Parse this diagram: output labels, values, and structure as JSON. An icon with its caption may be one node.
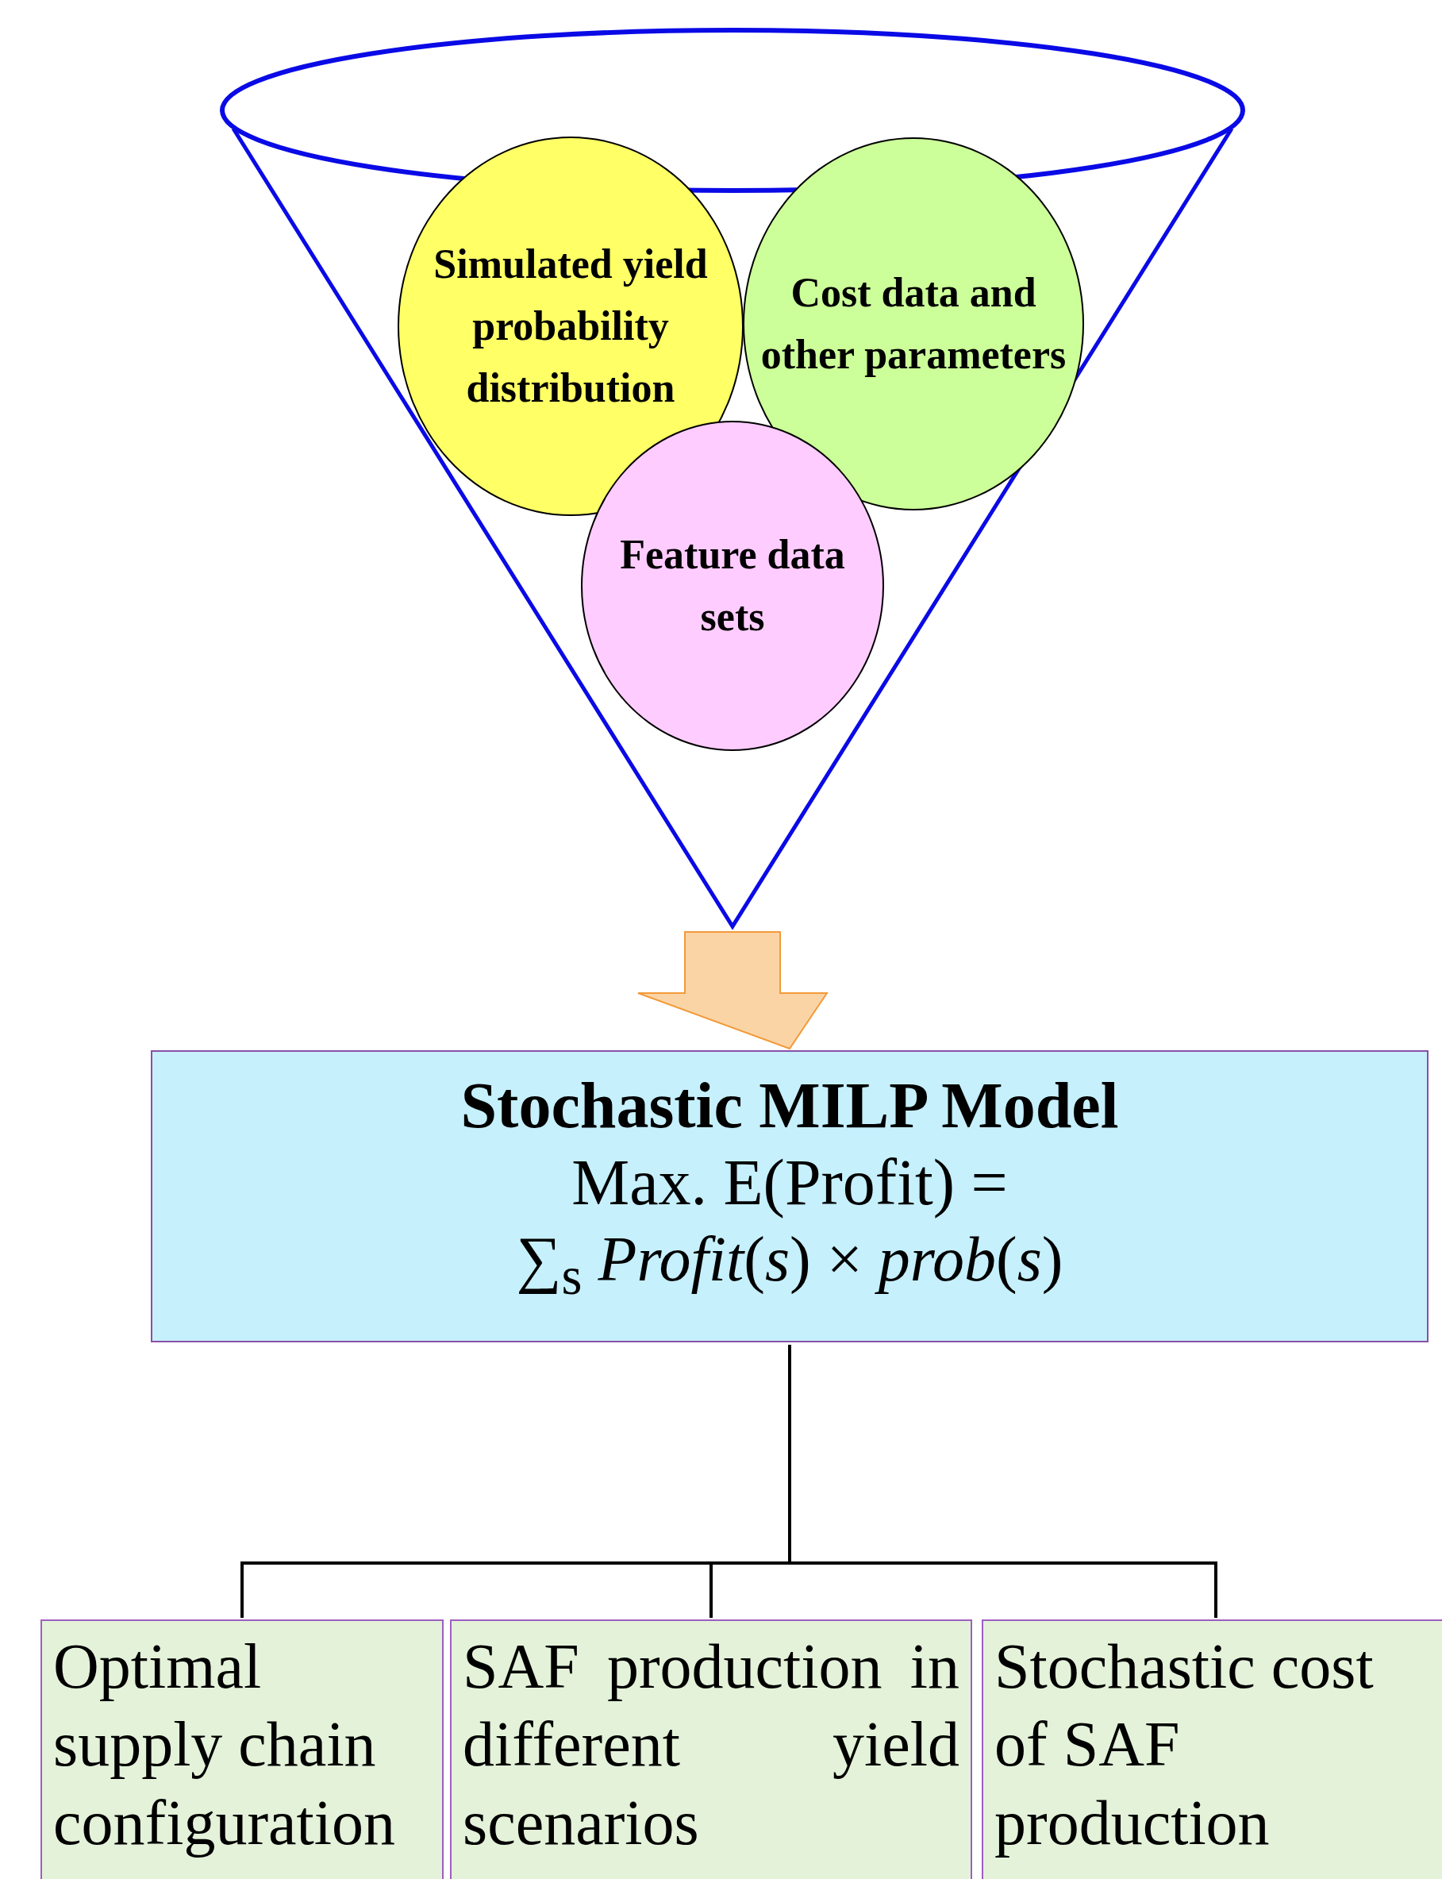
{
  "diagram": {
    "nodes": [
      {
        "text": [],
        "shape": "funnel"
      },
      {
        "text": [
          "Simulated yield probability distribution"
        ],
        "in": 0
      },
      {
        "text": [
          "Cost data and other parameters"
        ],
        "in": 0
      },
      {
        "text": [
          "Feature data sets"
        ],
        "in": 0
      },
      {
        "text": [
          "Stochastic MILP Model",
          "Max. E(Profit) =",
          "∑$_{s}$ *Profit*(*s*) × *prob*(*s*)"
        ]
      },
      {
        "text": [
          "Optimal supply chain configuration"
        ]
      },
      {
        "text": [
          "SAF production in different yield scenarios"
        ]
      },
      {
        "text": [
          "Stochastic cost of SAF production"
        ]
      }
    ],
    "edges": [
      {
        "from": 0,
        "to": 4,
        "arrow": "to",
        "style": "thick",
        "color": "#fbd4a6"
      },
      {
        "from": 4,
        "to": 5,
        "arrow": "none"
      },
      {
        "from": 4,
        "to": 6,
        "arrow": "none"
      },
      {
        "from": 4,
        "to": 7,
        "arrow": "none"
      }
    ]
  }
}
